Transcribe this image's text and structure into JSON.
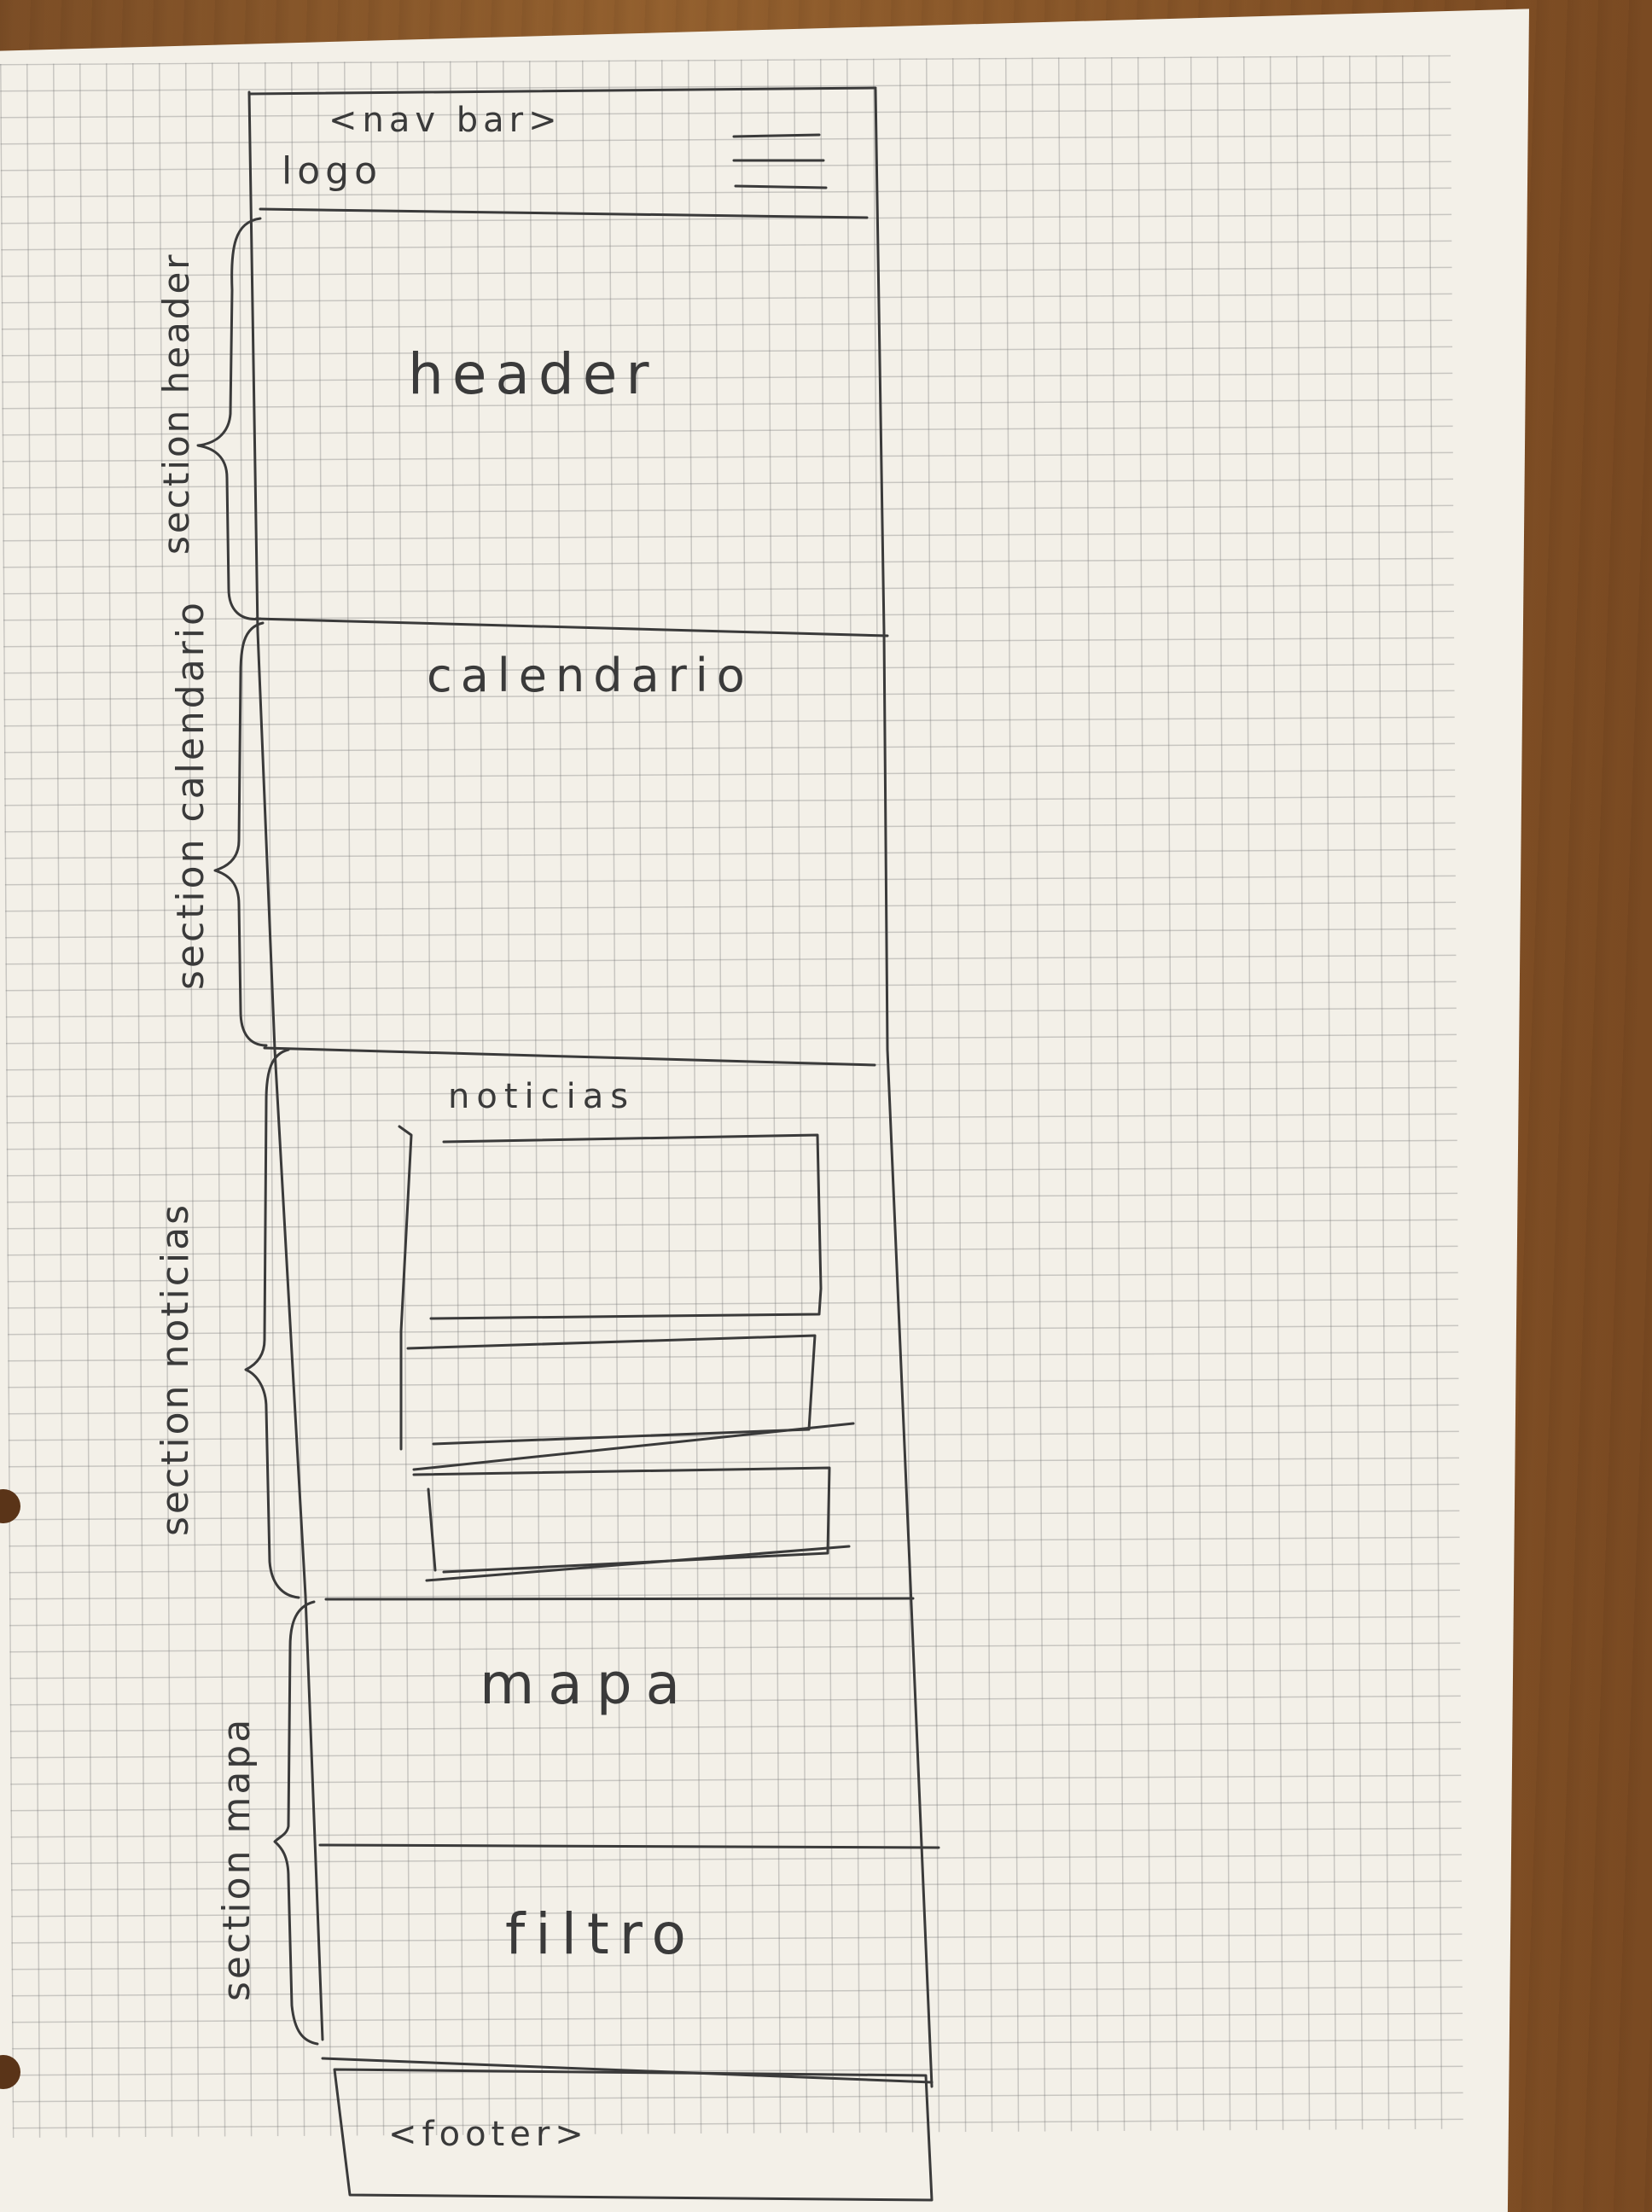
{
  "wireframe": {
    "navbar": {
      "tag": "<nav bar>",
      "logo": "logo",
      "menu_icon": "hamburger-menu-icon"
    },
    "sections": {
      "header": {
        "bracket_label": "section header",
        "title": "header"
      },
      "calendario": {
        "bracket_label": "section calendario",
        "title": "calendario"
      },
      "noticias": {
        "bracket_label": "section noticias",
        "title": "noticias"
      },
      "mapa": {
        "bracket_label": "section mapa",
        "title": "mapa",
        "filter": "filtro"
      }
    },
    "footer": {
      "tag": "<footer>"
    }
  },
  "colors": {
    "paper": "#f3f0e8",
    "pencil": "#3a3a3a",
    "desk": "#8a5a2e"
  }
}
